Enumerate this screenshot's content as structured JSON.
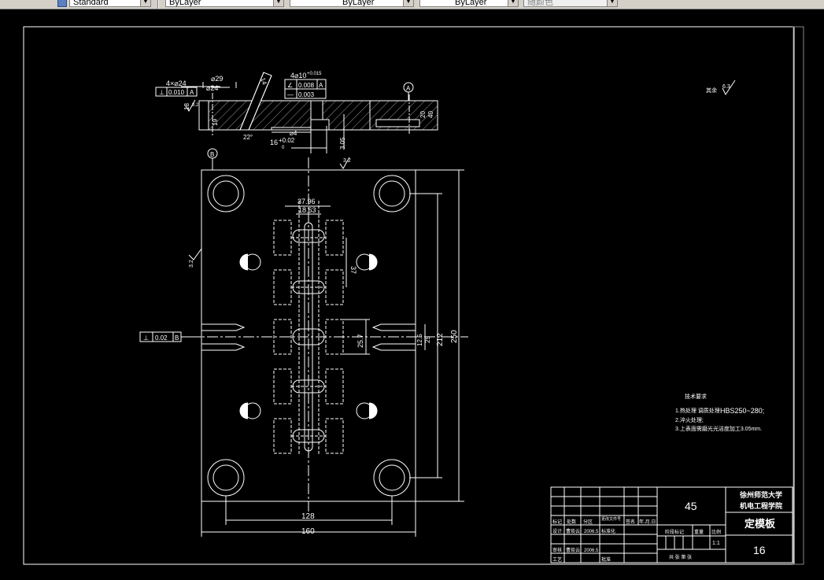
{
  "toolbar": {
    "text_style": "Standard",
    "layer_color": "ByLayer",
    "layer_linetype": "ByLayer",
    "layer_lineweight": "ByLayer",
    "plot_style": "随颜色"
  },
  "drawing": {
    "colors": {
      "background": "#000000",
      "lines": "#ffffff"
    },
    "section": {
      "d_4x24": "4×⌀24",
      "d_24": "⌀24",
      "d_29": "⌀29",
      "d_10": "4⌀10",
      "tol_10": "+0.015",
      "fcf1_a": "0.010",
      "fcf1_b": "A",
      "fcf2_a": "0.008",
      "fcf2_b": "A",
      "fcf3_a": "0.003",
      "d_14": "14",
      "d_19": "19",
      "d_18": "18",
      "d_20": "20",
      "d_40": "40",
      "d_22": "22°",
      "d_4": "4",
      "d_16": "16",
      "tol_16a": "+0.02",
      "tol_16b": "0",
      "d_hole": "⌀4",
      "d_305": "3.05",
      "datum_a": "A",
      "rough_32": "3.2"
    },
    "plate": {
      "datum_b": "B",
      "fcf_b_val": "0.02",
      "fcf_b_ref": "B",
      "d_3796": "37.96",
      "d_1863": "18.63",
      "d_37": "37",
      "d_257": "25.7",
      "d_125": "12.5",
      "d_25": "25",
      "d_212": "212",
      "d_250": "250",
      "d_128": "128",
      "d_160": "160",
      "rough_32": "3.2"
    },
    "rough_overall": "6.3",
    "rough_overall_label": "其余",
    "notes": {
      "title": "技术要求",
      "line1a": "1.热处理 调质处理",
      "line1b": "HBS250~280;",
      "line2": "2.淬火处理;",
      "line3": "3.上表面需磨光光洁度加工3.05mm."
    },
    "title_block": {
      "material": "45",
      "school_l1": "徐州师范大学",
      "school_l2": "机电工程学院",
      "part_name": "定模板",
      "drawing_no": "16",
      "scale": "1:1",
      "date1": "2006.5",
      "date2": "2006.5",
      "h_biaoji": "标记",
      "h_chushu": "处数",
      "h_fenqu": "分区",
      "h_gengai": "更改文件号",
      "h_qianming": "签名",
      "h_ymd": "年.月.日",
      "r_sheji": "设计",
      "r_name1": "曹琰云",
      "r_biaozhun": "标准化",
      "r_shenhe": "审核",
      "r_name2": "曹琰云",
      "r_gongyi": "工艺",
      "r_pizhun": "批准",
      "h_jieduan": "阶段标记",
      "h_zhongliang": "重量",
      "h_bili": "比例",
      "h_sheet": "共 张 第 张"
    }
  }
}
